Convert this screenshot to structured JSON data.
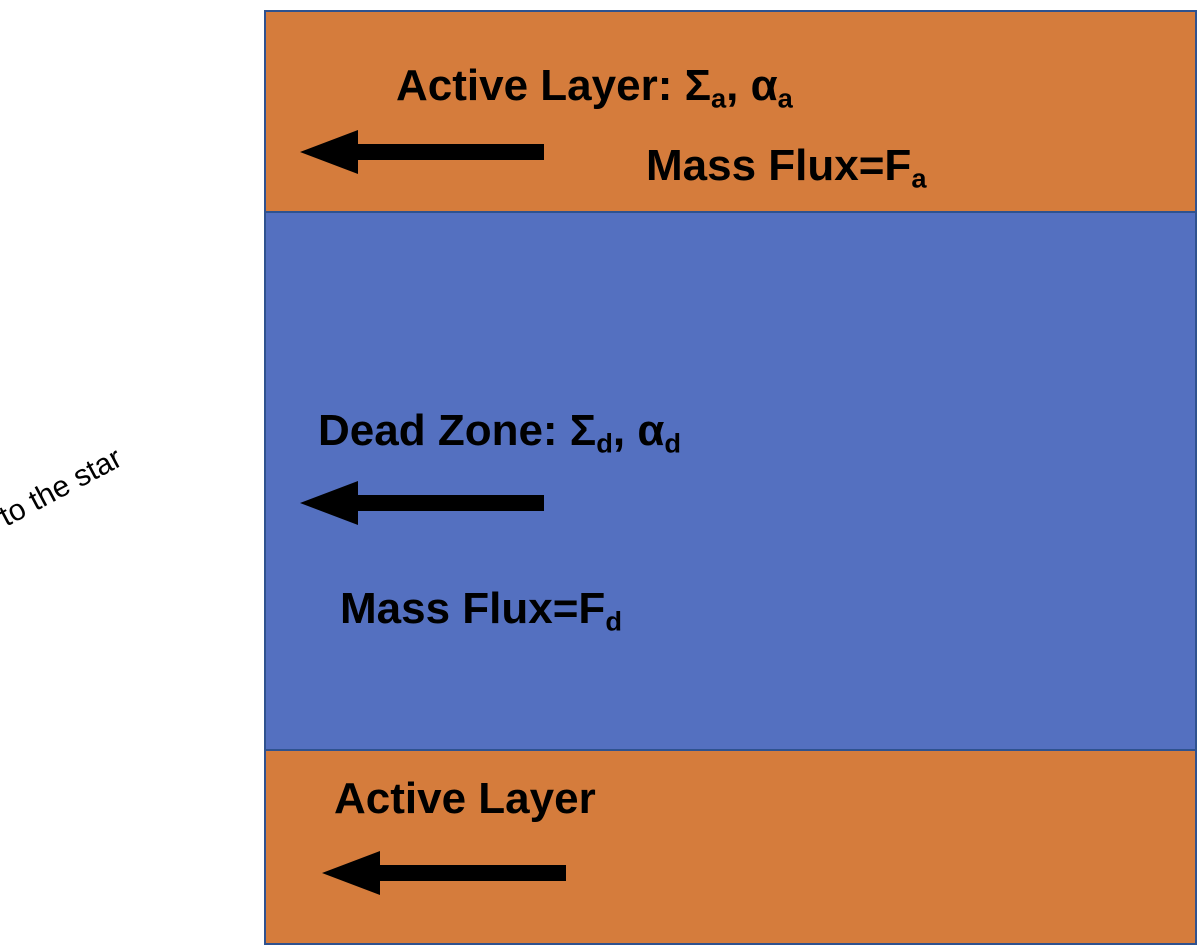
{
  "star_direction_label": "to the star",
  "layers": {
    "top": {
      "title": "Active Layer: ",
      "sigma": "Σ",
      "sigma_sub": "a",
      "sep": ", ",
      "alpha": "α",
      "alpha_sub": "a",
      "flux_prefix": "Mass Flux=F",
      "flux_sub": "a"
    },
    "dead": {
      "title": "Dead Zone: ",
      "sigma": "Σ",
      "sigma_sub": "d",
      "sep": ", ",
      "alpha": "α",
      "alpha_sub": "d",
      "flux_prefix": "Mass Flux=F",
      "flux_sub": "d"
    },
    "bottom": {
      "title": "Active Layer"
    }
  },
  "colors": {
    "active_layer": "#d57c3c",
    "dead_zone": "#5470c0",
    "border": "#2f528f",
    "arrow": "#000000"
  },
  "icons": [
    "left-arrow-icon",
    "left-arrow-icon",
    "left-arrow-icon"
  ]
}
